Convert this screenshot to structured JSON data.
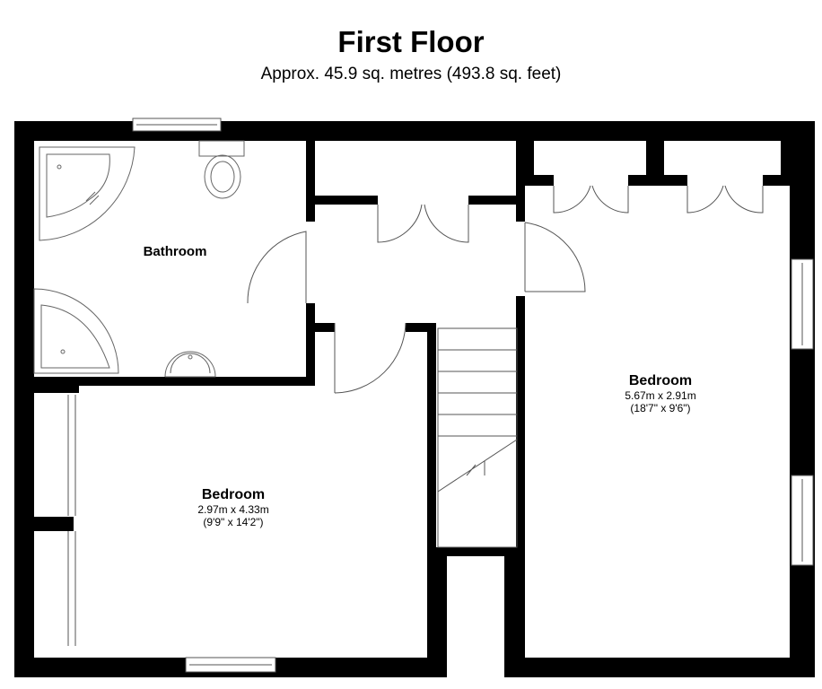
{
  "header": {
    "title": "First Floor",
    "subtitle": "Approx. 45.9 sq. metres (493.8 sq. feet)"
  },
  "rooms": {
    "bathroom": {
      "name": "Bathroom"
    },
    "bedroom_left": {
      "name": "Bedroom",
      "metric": "2.97m x 4.33m",
      "imperial": "(9'9\" x 14'2\")"
    },
    "bedroom_right": {
      "name": "Bedroom",
      "metric": "5.67m x 2.91m",
      "imperial": "(18'7\" x 9'6\")"
    }
  },
  "colors": {
    "wall": "#000000",
    "fixture": "#666666",
    "background": "#ffffff"
  }
}
